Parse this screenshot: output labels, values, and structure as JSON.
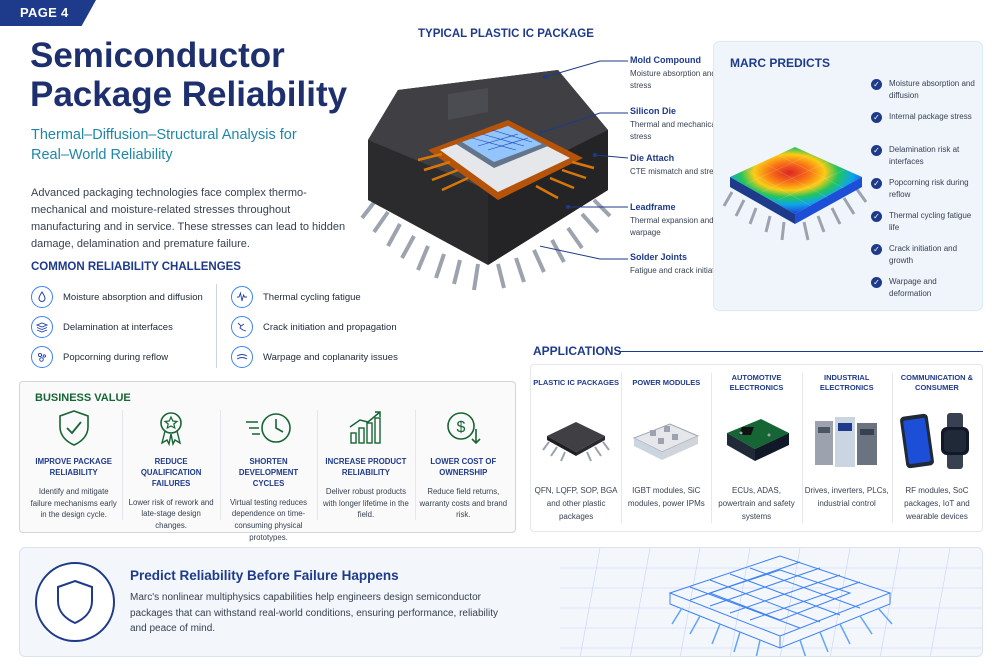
{
  "page_tag": "PAGE 4",
  "title": "Semiconductor Package Reliability",
  "subtitle": "Thermal–Diffusion–Structural Analysis for Real–World Reliability",
  "intro": "Advanced packaging technologies face complex thermo-mechanical and moisture-related stresses throughout manufacturing and in service. These stresses can lead to hidden damage, delamination and premature failure.",
  "challenges": {
    "heading": "COMMON RELIABILITY CHALLENGES",
    "left": [
      {
        "icon": "droplet-icon",
        "label": "Moisture absorption and diffusion"
      },
      {
        "icon": "layers-icon",
        "label": "Delamination at interfaces"
      },
      {
        "icon": "bubbles-icon",
        "label": "Popcorning during reflow"
      }
    ],
    "right": [
      {
        "icon": "waveform-icon",
        "label": "Thermal cycling fatigue"
      },
      {
        "icon": "crack-icon",
        "label": "Crack initiation and propagation"
      },
      {
        "icon": "warp-icon",
        "label": "Warpage and coplanarity issues"
      }
    ]
  },
  "business_value": {
    "heading": "BUSINESS VALUE",
    "items": [
      {
        "icon": "shield-check-icon",
        "title": "IMPROVE PACKAGE RELIABILITY",
        "desc": "Identify and mitigate failure mechanisms early in the design cycle."
      },
      {
        "icon": "award-icon",
        "title": "REDUCE QUALIFICATION FAILURES",
        "desc": "Lower risk of rework and late-stage design changes."
      },
      {
        "icon": "clock-icon",
        "title": "SHORTEN DEVELOPMENT CYCLES",
        "desc": "Virtual testing reduces dependence on time-consuming physical prototypes."
      },
      {
        "icon": "growth-chart-icon",
        "title": "INCREASE PRODUCT RELIABILITY",
        "desc": "Deliver robust products with longer lifetime in the field."
      },
      {
        "icon": "dollar-down-icon",
        "title": "LOWER COST OF OWNERSHIP",
        "desc": "Reduce field returns, warranty costs and brand risk."
      }
    ]
  },
  "package": {
    "heading": "TYPICAL PLASTIC IC PACKAGE",
    "callouts": [
      {
        "title": "Mold Compound",
        "desc": "Moisture absorption and stress"
      },
      {
        "title": "Silicon Die",
        "desc": "Thermal and mechanical stress"
      },
      {
        "title": "Die Attach",
        "desc": "CTE mismatch and stress"
      },
      {
        "title": "Leadframe",
        "desc": "Thermal expansion and warpage"
      },
      {
        "title": "Solder Joints",
        "desc": "Fatigue and crack initiation"
      }
    ]
  },
  "marc": {
    "heading": "MARC PREDICTS",
    "items": [
      "Moisture absorption and diffusion",
      "Internal package stress",
      "Delamination risk at interfaces",
      "Popcorning risk during reflow",
      "Thermal cycling fatigue life",
      "Crack initiation and growth",
      "Warpage and deformation"
    ]
  },
  "applications": {
    "heading": "APPLICATIONS",
    "items": [
      {
        "title": "PLASTIC IC PACKAGES",
        "desc": "QFN, LQFP, SOP, BGA and other plastic packages"
      },
      {
        "title": "POWER MODULES",
        "desc": "IGBT modules, SiC modules, power IPMs"
      },
      {
        "title": "AUTOMOTIVE ELECTRONICS",
        "desc": "ECUs, ADAS, powertrain and safety systems"
      },
      {
        "title": "INDUSTRIAL ELECTRONICS",
        "desc": "Drives, inverters, PLCs, industrial control"
      },
      {
        "title": "COMMUNICATION & CONSUMER",
        "desc": "RF modules, SoC packages, IoT and wearable devices"
      }
    ]
  },
  "footer": {
    "title": "Predict Reliability Before Failure Happens",
    "text": "Marc's nonlinear multiphysics capabilities help engineers design semiconductor packages that can withstand real-world conditions, ensuring performance, reliability and peace of mind."
  },
  "colors": {
    "navy": "#1e3a8a",
    "teal": "#1f86a8",
    "green": "#166534"
  }
}
